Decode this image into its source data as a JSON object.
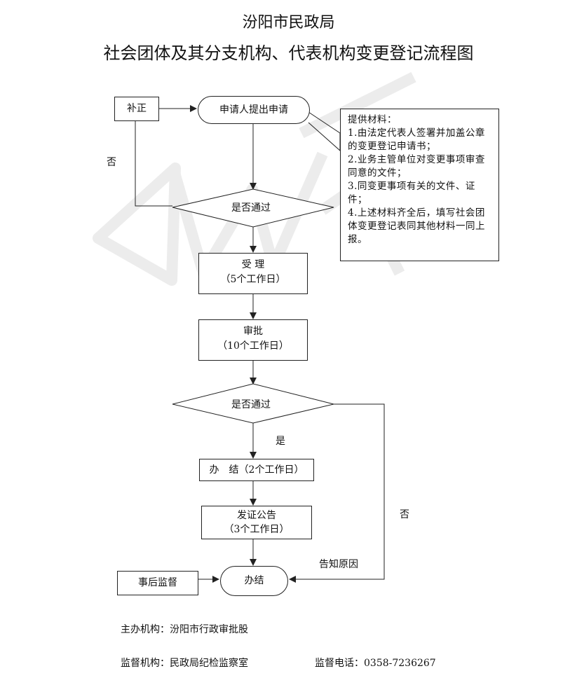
{
  "header": {
    "title": "汾阳市民政局",
    "subtitle": "社会团体及其分支机构、代表机构变更登记流程图"
  },
  "nodes": {
    "correct": "补正",
    "apply": "申请人提出申请",
    "check1": "是否通过",
    "accept_title": "受 理",
    "accept_days": "（5个工作日）",
    "approve_title": "审批",
    "approve_days": "（10个工作日）",
    "check2": "是否通过",
    "handle": "办　结（2个工作日）",
    "issue_title": "发证公告",
    "issue_days": "（3个工作日）",
    "done": "办结",
    "supervise": "事后监督"
  },
  "labels": {
    "no1": "否",
    "yes": "是",
    "no2": "否",
    "notify": "告知原因"
  },
  "materials": {
    "heading": "提供材料：",
    "items": [
      "1.由法定代表人签署并加盖公章的变更登记申请书；",
      "2.业务主管单位对变更事项审查同意的文件；",
      "3.同变更事项有关的文件、证件；",
      "4.上述材料齐全后，填写社会团体变更登记表同其他材料一同上报。"
    ]
  },
  "footer": {
    "host": "主办机构：汾阳市行政审批股",
    "supervisor": "监督机构：民政局纪检监察室",
    "phone": "监督电话：0358-7236267"
  },
  "colors": {
    "line": "#222222",
    "watermark": "#e9e9e9"
  }
}
